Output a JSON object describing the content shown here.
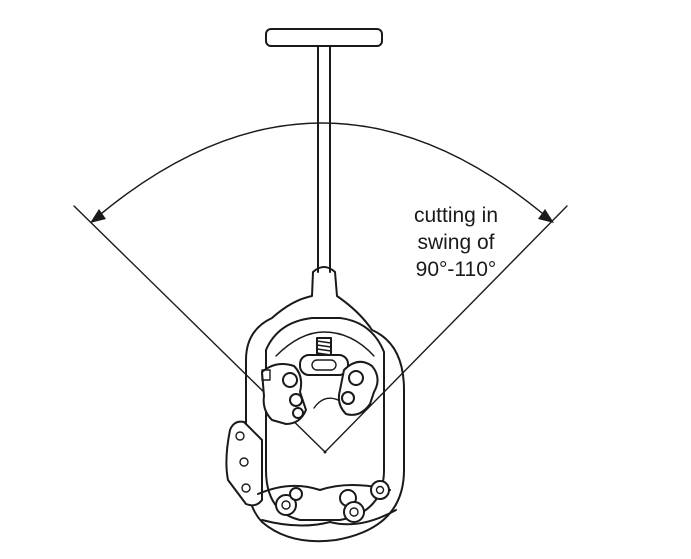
{
  "annotation": {
    "line1": "cutting in",
    "line2": "swing of",
    "line3": "90°-110°"
  },
  "colors": {
    "line": "#1a1a1a",
    "background": "#ffffff"
  }
}
